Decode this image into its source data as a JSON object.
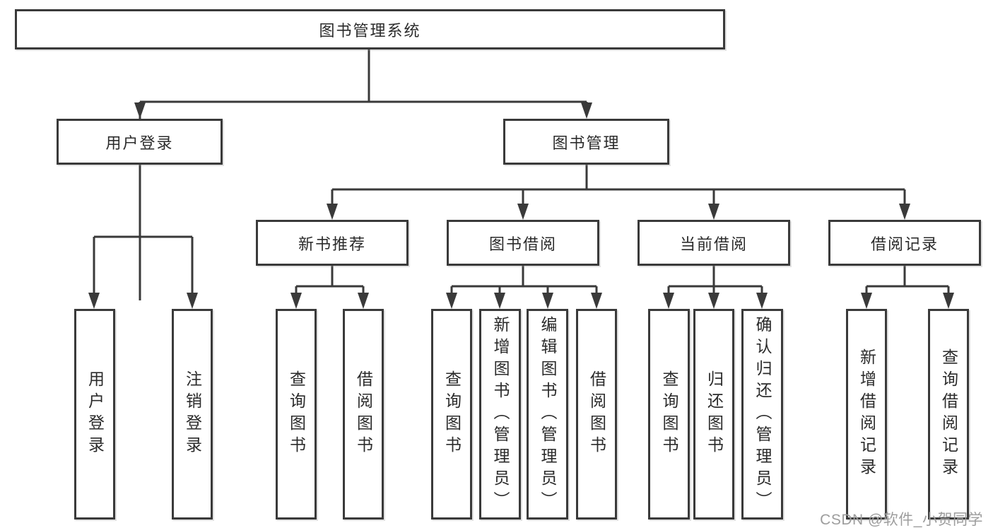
{
  "diagram": {
    "type": "hierarchy-tree",
    "orientation": "top-down",
    "colors": {
      "line": "#3a3a3a",
      "box_border": "#3a3a3a",
      "box_fill": "#ffffff",
      "text": "#2b2b2b",
      "background": "#ffffff",
      "watermark": "#9d9d9d"
    }
  },
  "tree": {
    "label": "图书管理系统",
    "children": [
      {
        "label": "用户登录",
        "children": [
          {
            "label": "用户登录"
          },
          {
            "label": "注销登录"
          }
        ]
      },
      {
        "label": "图书管理",
        "children": [
          {
            "label": "新书推荐",
            "children": [
              {
                "label": "查询图书"
              },
              {
                "label": "借阅图书"
              }
            ]
          },
          {
            "label": "图书借阅",
            "children": [
              {
                "label": "查询图书"
              },
              {
                "label": "新增图书（管理员）"
              },
              {
                "label": "编辑图书（管理员）"
              },
              {
                "label": "借阅图书"
              }
            ]
          },
          {
            "label": "当前借阅",
            "children": [
              {
                "label": "查询图书"
              },
              {
                "label": "归还图书"
              },
              {
                "label": "确认归还（管理员）"
              }
            ]
          },
          {
            "label": "借阅记录",
            "children": [
              {
                "label": "新增借阅记录"
              },
              {
                "label": "查询借阅记录"
              }
            ]
          }
        ]
      }
    ]
  },
  "watermark": {
    "text": "CSDN @软件_小贺同学"
  }
}
